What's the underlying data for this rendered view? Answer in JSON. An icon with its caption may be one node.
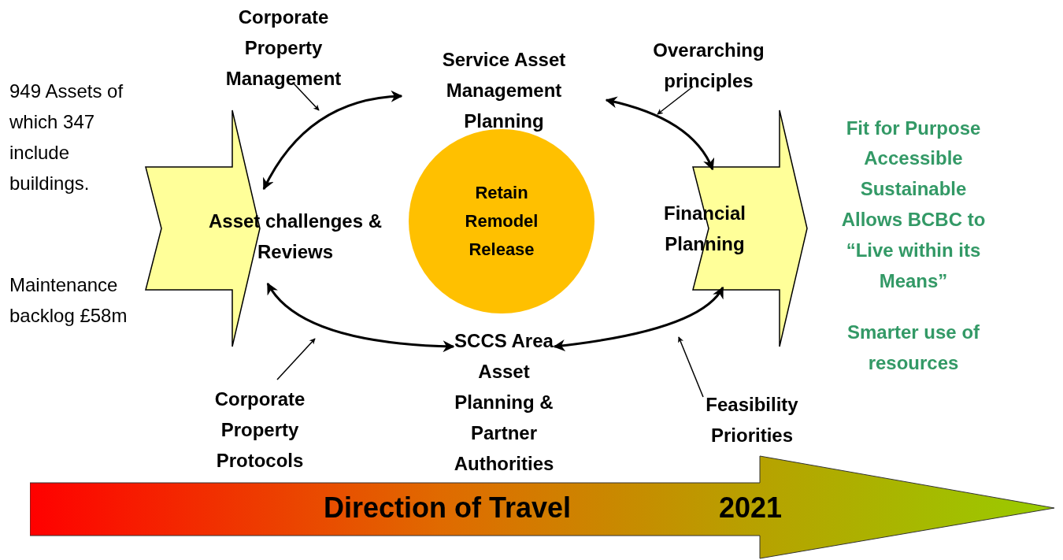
{
  "diagram": {
    "nodes": [
      {
        "text": [
          "Asset challenges & Reviews"
        ]
      },
      {
        "text": [
          "Service Asset Management Planning"
        ]
      },
      {
        "text": [
          "Financial Planning"
        ]
      },
      {
        "text": [
          "SCCS Area Asset Planning & Partner Authorities"
        ]
      },
      {
        "text": [
          "Retain Remodel Release"
        ]
      },
      {
        "text": [
          "Corporate Property Management"
        ]
      },
      {
        "text": [
          "Overarching principles"
        ]
      },
      {
        "text": [
          "Corporate Property Protocols"
        ]
      },
      {
        "text": [
          "Feasibility Priorities"
        ]
      },
      {
        "text": [
          "Direction of Travel",
          "2021"
        ]
      }
    ],
    "edges": [
      {
        "from": 1,
        "to": 0,
        "arrow": "both"
      },
      {
        "from": 1,
        "to": 2,
        "arrow": "both"
      },
      {
        "from": 0,
        "to": 3,
        "arrow": "both"
      },
      {
        "from": 3,
        "to": 2,
        "arrow": "both"
      },
      {
        "from": 5,
        "to": null,
        "arrow": "to"
      },
      {
        "from": 6,
        "to": null,
        "arrow": "to"
      },
      {
        "from": 7,
        "to": null,
        "arrow": "to"
      },
      {
        "from": 8,
        "to": null,
        "arrow": "to"
      }
    ],
    "labels": [
      "949 Assets of which 347 include buildings.",
      "Maintenance backlog £58m",
      "Fit for Purpose",
      "Accessible",
      "Sustainable",
      "Allows BCBC to “Live within its Means”",
      "Smarter use of resources"
    ]
  }
}
